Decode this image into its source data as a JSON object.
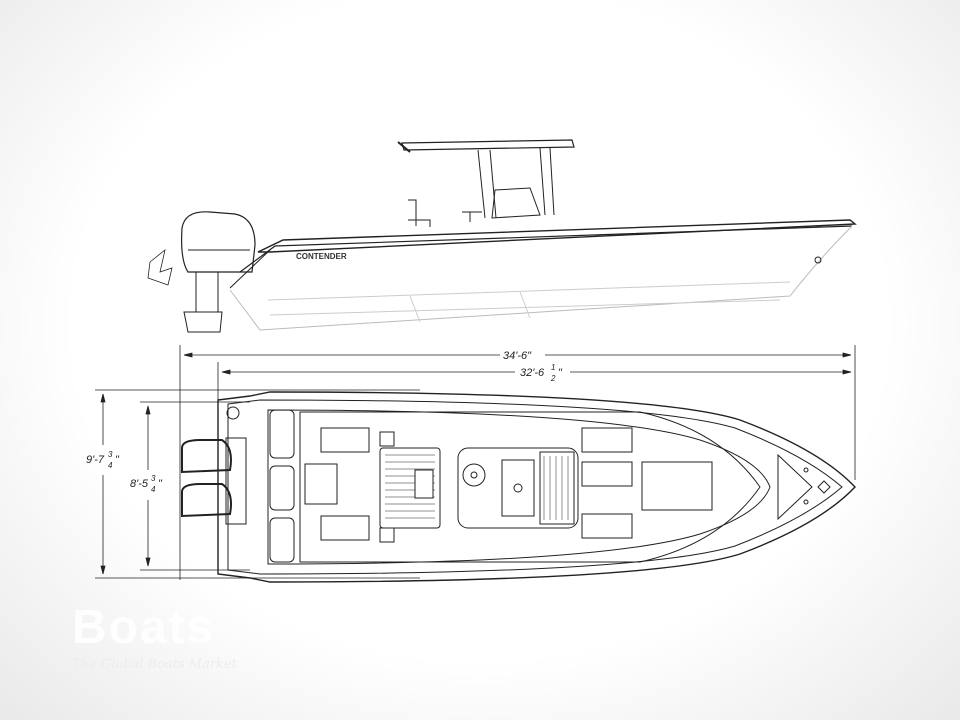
{
  "drawing": {
    "brand_on_hull": "CONTENDER",
    "dimensions": {
      "length_overall": "34'-6\"",
      "hull_length": {
        "whole": "32'-6",
        "num": "1",
        "den": "2",
        "unit": "\""
      },
      "beam_overall": {
        "whole": "9'-7",
        "num": "3",
        "den": "4",
        "unit": "\""
      },
      "hull_beam": {
        "whole": "8'-5",
        "num": "3",
        "den": "4",
        "unit": "\""
      }
    }
  },
  "watermark": {
    "title": "Boats",
    "tagline": "The Global Boats Market"
  }
}
